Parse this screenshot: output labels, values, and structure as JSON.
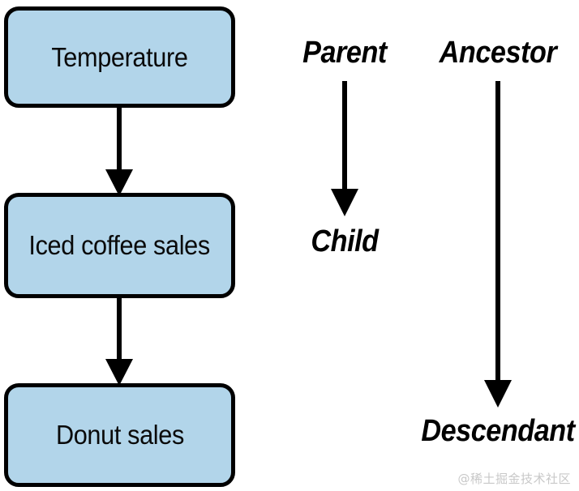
{
  "diagram": {
    "title": "Causal chain and family-tree terminology diagram",
    "colors": {
      "node_fill": "#b2d5ea",
      "node_stroke": "#000000",
      "arrow": "#000000",
      "text": "#000000",
      "background": "#ffffff",
      "watermark": "#c8c8c8"
    },
    "nodes": [
      {
        "id": "temperature",
        "label": "Temperature"
      },
      {
        "id": "iced-coffee",
        "label": "Iced coffee sales"
      },
      {
        "id": "donut",
        "label": "Donut sales"
      }
    ],
    "edges": [
      {
        "id": "edge-temperature-to-iced-coffee",
        "from": "Temperature",
        "to": "Iced coffee sales",
        "style": "arrow-down"
      },
      {
        "id": "edge-iced-coffee-to-donut",
        "from": "Iced coffee sales",
        "to": "Donut sales",
        "style": "arrow-down"
      },
      {
        "id": "edge-parent-to-child",
        "from": "Parent",
        "to": "Child",
        "style": "arrow-down"
      },
      {
        "id": "edge-ancestor-to-descendant",
        "from": "Ancestor",
        "to": "Descendant",
        "style": "arrow-down"
      }
    ],
    "terms": [
      {
        "id": "parent",
        "label": "Parent"
      },
      {
        "id": "ancestor",
        "label": "Ancestor"
      },
      {
        "id": "child",
        "label": "Child"
      },
      {
        "id": "descendant",
        "label": "Descendant"
      }
    ],
    "watermark": "@稀土掘金技术社区"
  }
}
